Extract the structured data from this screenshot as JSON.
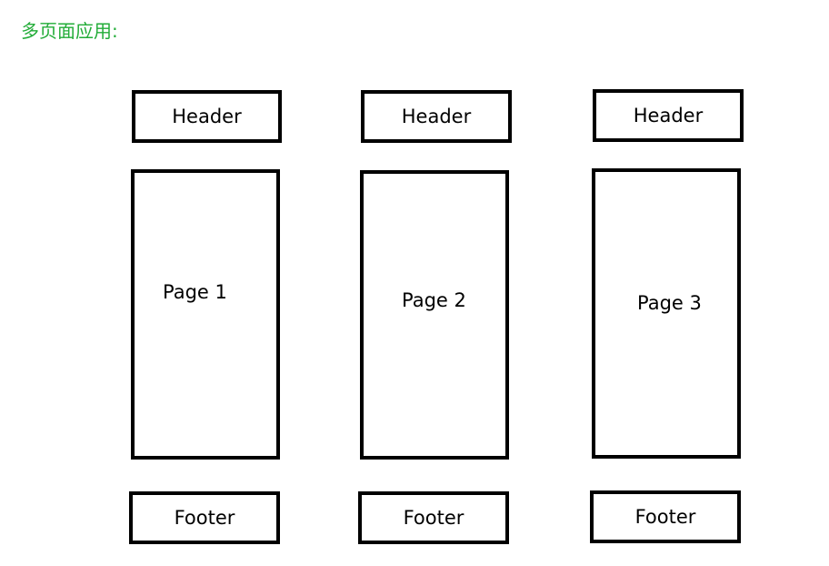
{
  "title": "多页面应用:",
  "colors": {
    "title": "#22ac38",
    "border": "#000000",
    "background": "#ffffff"
  },
  "columns": [
    {
      "header": "Header",
      "page": "Page 1",
      "footer": "Footer"
    },
    {
      "header": "Header",
      "page": "Page 2",
      "footer": "Footer"
    },
    {
      "header": "Header",
      "page": "Page 3",
      "footer": "Footer"
    }
  ]
}
